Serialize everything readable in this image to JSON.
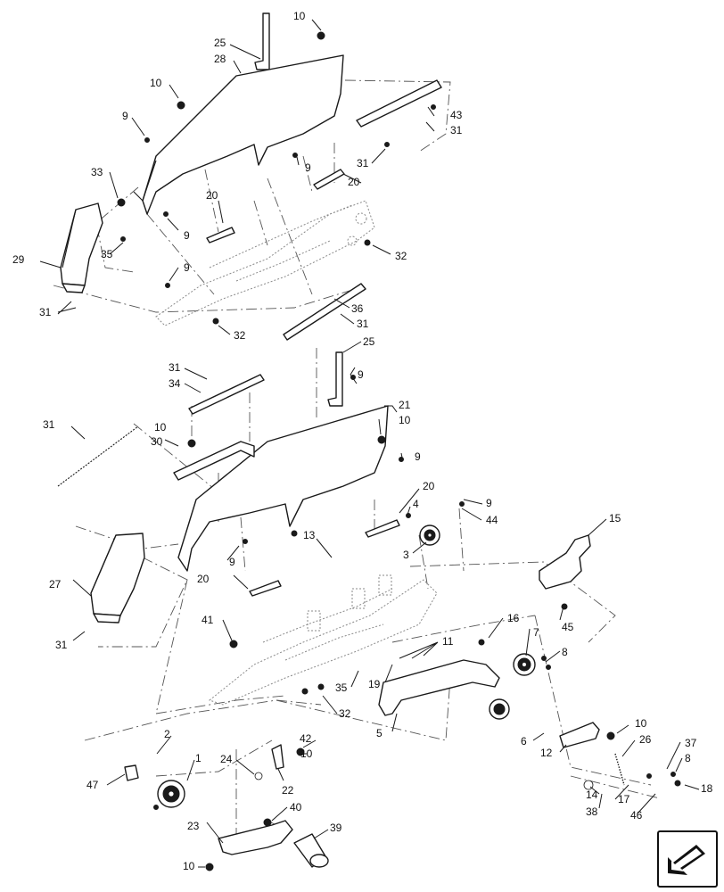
{
  "diagram": {
    "callouts": [
      {
        "label": "10"
      },
      {
        "label": "25"
      },
      {
        "label": "28"
      },
      {
        "label": "10"
      },
      {
        "label": "9"
      },
      {
        "label": "43"
      },
      {
        "label": "31"
      },
      {
        "label": "33"
      },
      {
        "label": "9"
      },
      {
        "label": "31"
      },
      {
        "label": "20"
      },
      {
        "label": "20"
      },
      {
        "label": "9"
      },
      {
        "label": "35"
      },
      {
        "label": "32"
      },
      {
        "label": "29"
      },
      {
        "label": "9"
      },
      {
        "label": "36"
      },
      {
        "label": "31"
      },
      {
        "label": "31"
      },
      {
        "label": "32"
      },
      {
        "label": "25"
      },
      {
        "label": "9"
      },
      {
        "label": "31"
      },
      {
        "label": "34"
      },
      {
        "label": "21"
      },
      {
        "label": "10"
      },
      {
        "label": "10"
      },
      {
        "label": "31"
      },
      {
        "label": "30"
      },
      {
        "label": "9"
      },
      {
        "label": "20"
      },
      {
        "label": "4"
      },
      {
        "label": "9"
      },
      {
        "label": "44"
      },
      {
        "label": "15"
      },
      {
        "label": "13"
      },
      {
        "label": "3"
      },
      {
        "label": "9"
      },
      {
        "label": "27"
      },
      {
        "label": "20"
      },
      {
        "label": "45"
      },
      {
        "label": "41"
      },
      {
        "label": "16"
      },
      {
        "label": "7"
      },
      {
        "label": "11"
      },
      {
        "label": "8"
      },
      {
        "label": "31"
      },
      {
        "label": "35"
      },
      {
        "label": "19"
      },
      {
        "label": "32"
      },
      {
        "label": "5"
      },
      {
        "label": "10"
      },
      {
        "label": "26"
      },
      {
        "label": "37"
      },
      {
        "label": "2"
      },
      {
        "label": "6"
      },
      {
        "label": "12"
      },
      {
        "label": "8"
      },
      {
        "label": "42"
      },
      {
        "label": "1"
      },
      {
        "label": "24"
      },
      {
        "label": "10"
      },
      {
        "label": "47"
      },
      {
        "label": "22"
      },
      {
        "label": "18"
      },
      {
        "label": "14"
      },
      {
        "label": "17"
      },
      {
        "label": "38"
      },
      {
        "label": "46"
      },
      {
        "label": "40"
      },
      {
        "label": "23"
      },
      {
        "label": "39"
      },
      {
        "label": "10"
      }
    ]
  },
  "navigation": {
    "icon": "next-page-arrow-icon"
  }
}
